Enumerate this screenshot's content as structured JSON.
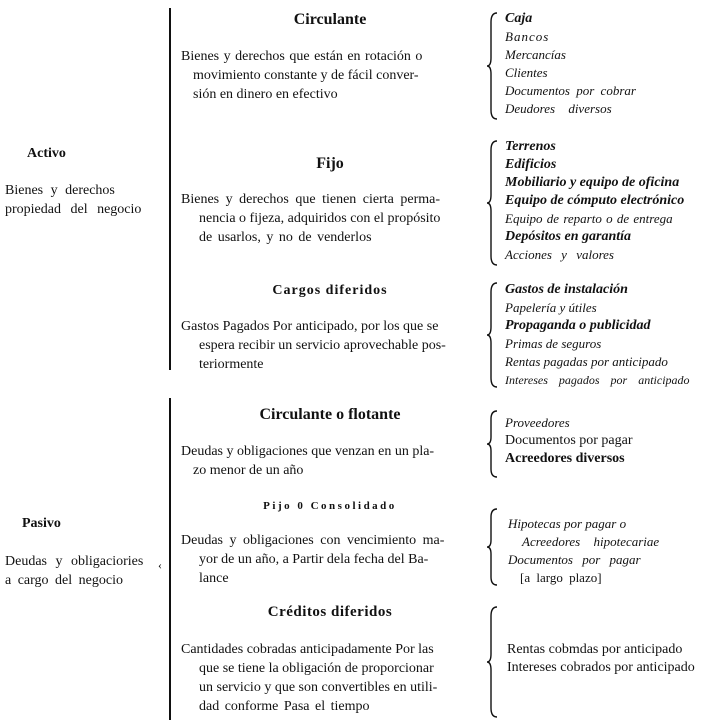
{
  "activo": {
    "title": "Activo",
    "desc_line1": "Bienes y derechos",
    "desc_line2": "propiedad del negocio",
    "circulante": {
      "title": "Circulante",
      "desc_line1": "Bienes y derechos que están en rotación o",
      "desc_line2": "movimiento constante y de fácil conver-",
      "desc_line3": "sión en dinero en efectivo",
      "items": [
        "Caja",
        "Bancos",
        "Mercancías",
        "Clientes",
        "Documentos por cobrar",
        "Deudores diversos"
      ]
    },
    "fijo": {
      "title": "Fijo",
      "desc_line1": "Bienes y derechos que tienen cierta perma-",
      "desc_line2": "nencia o fijeza, adquiridos con el propósito",
      "desc_line3": "de usarlos, y no de venderlos",
      "items": [
        "Terrenos",
        "Edificios",
        "Mobiliario y equipo de oficina",
        "Equipo de cómputo electrónico",
        "Equipo de reparto o de entrega",
        "Depósitos en garantía",
        "Acciones y valores"
      ]
    },
    "cargos": {
      "title": "Cargos diferidos",
      "desc_line1": "Gastos Pagados Por anticipado, por los que se",
      "desc_line2": "espera recibir un servicio aprovechable pos-",
      "desc_line3": "teriormente",
      "items": [
        "Gastos de instalación",
        "Papelería y útiles",
        "Propaganda o publicidad",
        "Primas de seguros",
        "Rentas pagadas por anticipado",
        "Intereses pagados por anticipado"
      ]
    }
  },
  "pasivo": {
    "title": "Pasivo",
    "desc_line1": "Deudas y obligaciories",
    "desc_line2": "a cargo del negocio",
    "circulante": {
      "title": "Circulante o flotante",
      "desc_line1": "Deudas y obligaciones que venzan en un pla-",
      "desc_line2": "zo menor de un año",
      "items": [
        "Proveedores",
        "Documentos por pagar",
        "Acreedores diversos"
      ]
    },
    "fijo": {
      "title": "Pijo 0 Consolidado",
      "desc_line1": "Deudas y obligaciones con vencimiento ma-",
      "desc_line2": "yor de un año, a Partir dela fecha del Ba-",
      "desc_line3": "lance",
      "items": [
        "Hipotecas por pagar o",
        "Acreedores hipotecariae",
        "Documentos por pagar",
        "[a largo plazo]"
      ]
    },
    "creditos": {
      "title": "Créditos diferidos",
      "desc_line1": "Cantidades cobradas anticipadamente Por las",
      "desc_line2": "que se tiene la obligación de proporcionar",
      "desc_line3": "un servicio y que son convertibles en utili-",
      "desc_line4": "dad conforme Pasa el tiempo",
      "items": [
        "Rentas cobmdas por anticipado",
        "Intereses cobrados por anticipado"
      ]
    }
  }
}
